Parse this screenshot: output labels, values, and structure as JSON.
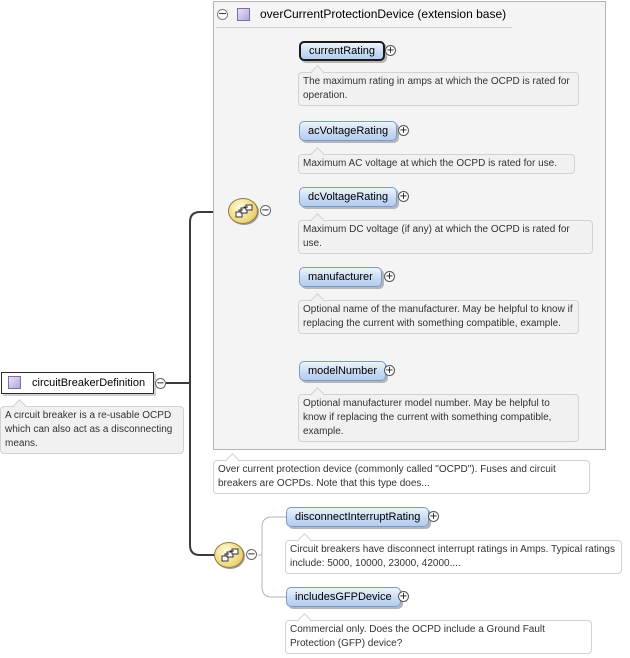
{
  "extension": {
    "title": "overCurrentProtectionDevice (extension base)",
    "collapse_symbol": "−",
    "doc": "Over current protection device (commonly called \"OCPD\"). Fuses and circuit breakers are OCPDs. Note that this type does..."
  },
  "root": {
    "label": "circuitBreakerDefinition",
    "collapse_symbol": "−",
    "doc": "A circuit breaker is a re-usable OCPD which can also act as a disconnecting means."
  },
  "sequence1": {
    "collapse_symbol": "−",
    "elements": [
      {
        "label": "currentRating",
        "expand": "+",
        "doc": "The maximum rating in amps at which the OCPD is rated for operation."
      },
      {
        "label": "acVoltageRating",
        "expand": "+",
        "doc": "Maximum AC voltage at which the OCPD is rated for use."
      },
      {
        "label": "dcVoltageRating",
        "expand": "+",
        "doc": "Maximum DC voltage (if any) at which the OCPD is rated for use."
      },
      {
        "label": "manufacturer",
        "expand": "+",
        "doc": "Optional name of the manufacturer. May be helpful to know if replacing the current with something compatible, example."
      },
      {
        "label": "modelNumber",
        "expand": "+",
        "doc": "Optional manufacturer model number. May be helpful to know if replacing the current with something compatible, example."
      }
    ]
  },
  "sequence2": {
    "collapse_symbol": "−",
    "elements": [
      {
        "label": "disconnectInterruptRating",
        "expand": "+",
        "doc": "Circuit breakers have disconnect interrupt ratings in Amps. Typical ratings include: 5000, 10000, 23000, 42000...."
      },
      {
        "label": "includesGFPDevice",
        "expand": "+",
        "doc": "Commercial only. Does the OCPD include a Ground Fault Protection (GFP) device?"
      }
    ]
  },
  "colors": {
    "element_fill": "#c6d9f2",
    "element_border": "#7a9cc8",
    "sequence_fill": "#f0d980",
    "type_icon": "#b5a6db"
  },
  "icons": {
    "type": "complex-type-icon",
    "sequence": "sequence-compositor-icon"
  }
}
